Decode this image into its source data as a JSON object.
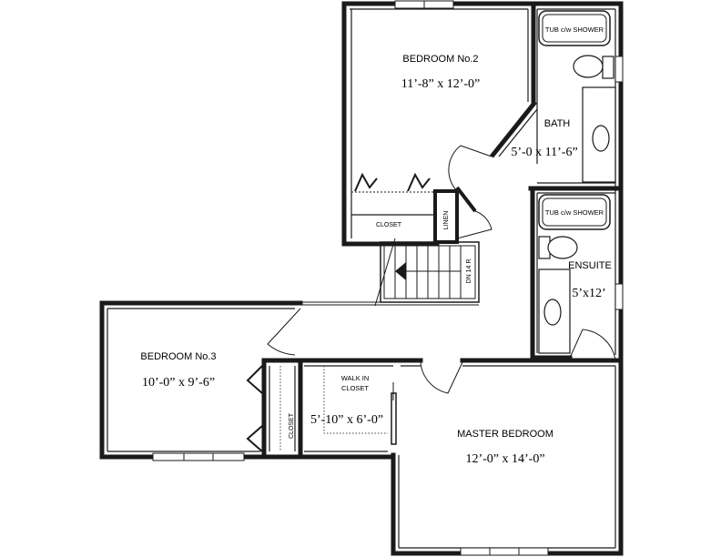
{
  "rooms": {
    "bedroom2": {
      "name": "BEDROOM No.2",
      "size": "11’-8” x 12’-0”"
    },
    "bath": {
      "name": "BATH",
      "size": "5’-0 x 11’-6”",
      "tub": "TUB c/w SHOWER"
    },
    "ensuite": {
      "name": "ENSUITE",
      "size": "5’x12’",
      "tub": "TUB c/w SHOWER"
    },
    "closet2": {
      "name": "CLOSET"
    },
    "linen": {
      "name": "LINEN"
    },
    "stairs": {
      "label": "DN 14 R"
    },
    "bedroom3": {
      "name": "BEDROOM No.3",
      "size": "10’-0” x 9’-6”"
    },
    "closet3": {
      "name": "CLOSET"
    },
    "walkin": {
      "name_line1": "WALK IN",
      "name_line2": "CLOSET",
      "size": "5’-10” x 6’-0”"
    },
    "master": {
      "name": "MASTER BEDROOM",
      "size": "12’-0” x 14’-0”"
    }
  }
}
